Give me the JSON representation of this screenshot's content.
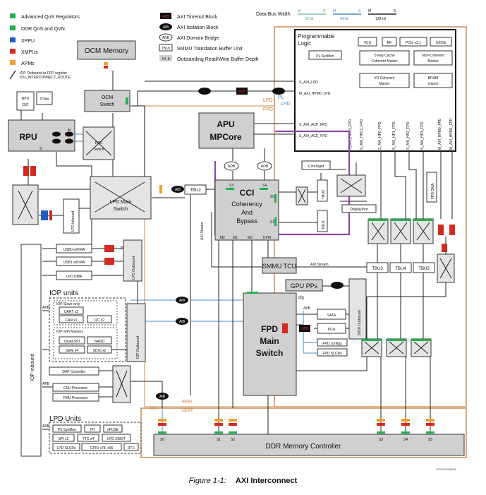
{
  "legend": {
    "advanced_qos": "Advanced QoS Regulators",
    "ddr_qos": "DDR QoS and QVN",
    "xppu": "XPPU",
    "xmpus": "XMPUs",
    "apms": "APMs",
    "iop_outbound_note_1": "IOP Outbound to FPD register",
    "iop_outbound_note_2": "IOU_INTERCONNECT_ROUTE",
    "axi_timeout_tag": "ATB",
    "axi_timeout": "AXI Timeout Block",
    "axi_isolation_tag": "AIB",
    "axi_isolation": "AXI Isolation Block",
    "adb_tag": "ADB",
    "axi_domain_bridge": "AXI Domain Bridge",
    "tbu_tag": "TBUx",
    "smmu_tbu": "SMMU Translation Buffer Unit",
    "depth_tag": "14, 8",
    "outstanding_depth": "Outstanding Read/Write Buffer Depth",
    "colors": {
      "green": "#22b14c",
      "blue": "#1f5fbf",
      "red": "#d32a20",
      "orange": "#f0a030"
    }
  },
  "bus_width": {
    "title": "Data Bus Width",
    "w32": "32-bit",
    "w64": "64-bit",
    "w128": "128-bit",
    "m": "M",
    "s": "S"
  },
  "pl": {
    "title_1": "Programmable",
    "title_2": "Logic",
    "vcu": "VCU",
    "rf": "RF",
    "pcie": "PCIe v3.1",
    "g100": "100Gb",
    "pl_sysmon": "PL SysMon",
    "cache_1": "2-way Cache",
    "cache_2": "Coherent Master",
    "noncoh_1": "Non-Coherent",
    "noncoh_2": "Master",
    "io_1": "I/O Coherent",
    "io_2": "Master",
    "bram_1": "BRAM",
    "bram_2": "(slave)",
    "s_axi_lpd": "S_AXI_LPD",
    "m_axi_hpm0_lpd": "M_AXI_HPM0_LPD",
    "s_axi_acp_fpd": "S_AXI_ACP_FPD",
    "s_axi_ace_fpd": "S_AXI_ACE_FPD",
    "ports": [
      "S_AXI_HPC0_FPD",
      "S_AXI_HPC1_FPD",
      "S_AXI_HP0_FPD",
      "S_AXI_HP1_FPD",
      "S_AXI_HP2_FPD",
      "S_AXI_HP3_FPD",
      "M_AXI_HPM0_FPD",
      "M_AXI_HPM1_FPD"
    ]
  },
  "domains": {
    "lpd": "LPD",
    "fpd": "FPD",
    "pl": "PL",
    "ddr": "DDR"
  },
  "blocks": {
    "ocm_memory": "OCM Memory",
    "ocm_switch_1": "OCM",
    "ocm_switch_2": "Switch",
    "rpu_gic_1": "RPU",
    "rpu_gic_2": "GIC",
    "tcms": "TCMs",
    "rpu": "RPU",
    "rpu_switch_1": "RPU",
    "rpu_switch_2": "Switch",
    "lpd_main_1": "LPD Main",
    "lpd_main_2": "Switch",
    "lpd_inbound": "LPD Inbound",
    "lpd_outbound": "LPD Outbound",
    "usb0": "USB0 w/DMA",
    "usb1": "USB1 w/DMA",
    "lpd_dma": "LPD DMA",
    "apu_1": "APU",
    "apu_2": "MPCore",
    "cci_1": "CCI",
    "cci_2": "Coherency",
    "cci_3": "And",
    "cci_4": "Bypass",
    "tbu2": "TBU2",
    "tbu0": "TBU0",
    "tbu1": "TBU1",
    "tbu3": "TBU3",
    "tbu4": "TBU4",
    "tbu5": "TBU5",
    "coresight": "CoreSight",
    "displayport": "DisplayPort",
    "fpd_dma": "FPD DMA",
    "smmu_tcu": "SMMU TCU",
    "axi_stream": "AXI Stream",
    "gpu_pps": "GPU PPs",
    "gpu_cfg": "GPU cfg",
    "sata": "SATA",
    "pcie": "PCIe",
    "fpd_configs": "FPD configs",
    "fpd_slcrs": "FPD SLCRs",
    "siou_outbound": "SIOU Outbound",
    "fpd_main_1": "FPD",
    "fpd_main_2": "Main",
    "fpd_main_3": "Switch",
    "iop_inbound": "IOP Inbound",
    "iop_outbound": "IOP Outbound",
    "iop_units": "IOP units",
    "iop_slave_only": "IOP Slave-only",
    "uart": "UART x2",
    "can": "CAN x2",
    "i2c": "I2C x2",
    "iop_masters": "IOP with Masters",
    "quad_spi": "Quad-SPI",
    "nand": "NAND",
    "gem": "GEM x4",
    "sdio": "SDIO x2",
    "dap": "DAP Controller",
    "csu": "CSU Processor",
    "pmu": "PMU Processor",
    "lpd_units": "LPD Units",
    "ps_sysmon": "PS SysMon",
    "ipi": "IPI",
    "efuse": "eFUSE",
    "spi": "SPI x2",
    "ttc": "TTC x4",
    "swdt": "LPD SWDT",
    "slcrs": "LPD SLCRs",
    "gpio": "GPIO x78, x96",
    "rtc": "RTC",
    "ddr_mc": "DDR Memory Controller",
    "adb": "ADB",
    "atb": "ATB",
    "aib": "AIB",
    "apb": "APB",
    "s3": "S3",
    "s4": "S4",
    "s0": "S0",
    "s1": "S1",
    "m0": "M0",
    "m1": "M1",
    "m2": "M2",
    "dvm": "DVM",
    "m": "M",
    "s": "S",
    "ddr_ports": [
      "S0",
      "S1",
      "S2",
      "S3",
      "S4",
      "S5"
    ]
  },
  "caption": {
    "figure": "Figure 1-1:",
    "title": "AXI Interconnect"
  },
  "doc_id": "X21320-080618"
}
